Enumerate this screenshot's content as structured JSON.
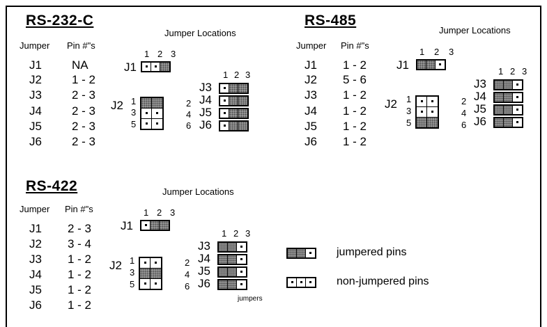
{
  "sections": {
    "rs232c": {
      "title": "RS-232-C",
      "col_jumper": "Jumper",
      "col_pins": "Pin #\"s",
      "rows": [
        {
          "jumper": "J1",
          "pins": "NA"
        },
        {
          "jumper": "J2",
          "pins": "1 - 2"
        },
        {
          "jumper": "J3",
          "pins": "2 - 3"
        },
        {
          "jumper": "J4",
          "pins": "2 - 3"
        },
        {
          "jumper": "J5",
          "pins": "2 - 3"
        },
        {
          "jumper": "J6",
          "pins": "2 - 3"
        }
      ],
      "diagram": {
        "heading": "Jumper Locations",
        "pin_numbers": [
          "1",
          "2",
          "3"
        ],
        "j1_label": "J1",
        "j1_pins": [
          "open",
          "open",
          "jumpered"
        ],
        "j2_label": "J2",
        "j2_left_numbers": [
          "1",
          "3",
          "5"
        ],
        "j2_right_numbers": [
          "2",
          "4",
          "6"
        ],
        "j2_rows": [
          [
            "jumpered",
            "jumpered"
          ],
          [
            "open",
            "open"
          ],
          [
            "open",
            "open"
          ]
        ],
        "stack_labels": [
          "J3",
          "J4",
          "J5",
          "J6"
        ],
        "stack_pins": [
          [
            "open",
            "jumpered",
            "jumpered"
          ],
          [
            "open",
            "jumpered",
            "jumpered"
          ],
          [
            "open",
            "jumpered",
            "jumpered"
          ],
          [
            "open",
            "jumpered",
            "jumpered"
          ]
        ]
      }
    },
    "rs485": {
      "title": "RS-485",
      "col_jumper": "Jumper",
      "col_pins": "Pin #\"s",
      "rows": [
        {
          "jumper": "J1",
          "pins": "1 - 2"
        },
        {
          "jumper": "J2",
          "pins": "5 - 6"
        },
        {
          "jumper": "J3",
          "pins": "1 - 2"
        },
        {
          "jumper": "J4",
          "pins": "1 - 2"
        },
        {
          "jumper": "J5",
          "pins": "1 - 2"
        },
        {
          "jumper": "J6",
          "pins": "1 - 2"
        }
      ],
      "diagram": {
        "heading": "Jumper Locations",
        "pin_numbers": [
          "1",
          "2",
          "3"
        ],
        "j1_label": "J1",
        "j1_pins": [
          "jumpered",
          "jumpered",
          "open"
        ],
        "j2_label": "J2",
        "j2_left_numbers": [
          "1",
          "3",
          "5"
        ],
        "j2_right_numbers": [
          "2",
          "4",
          "6"
        ],
        "j2_rows": [
          [
            "open",
            "open"
          ],
          [
            "open",
            "open"
          ],
          [
            "jumpered",
            "jumpered"
          ]
        ],
        "stack_labels": [
          "J3",
          "J4",
          "J5",
          "J6"
        ],
        "stack_pins": [
          [
            "jumpered",
            "jumpered",
            "open"
          ],
          [
            "jumpered",
            "jumpered",
            "open"
          ],
          [
            "jumpered",
            "jumpered",
            "open"
          ],
          [
            "jumpered",
            "jumpered",
            "open"
          ]
        ]
      }
    },
    "rs422": {
      "title": "RS-422",
      "col_jumper": "Jumper",
      "col_pins": "Pin #\"s",
      "rows": [
        {
          "jumper": "J1",
          "pins": "2 - 3"
        },
        {
          "jumper": "J2",
          "pins": "3 - 4"
        },
        {
          "jumper": "J3",
          "pins": "1 - 2"
        },
        {
          "jumper": "J4",
          "pins": "1 - 2"
        },
        {
          "jumper": "J5",
          "pins": "1 - 2"
        },
        {
          "jumper": "J6",
          "pins": "1 - 2"
        }
      ],
      "diagram": {
        "heading": "Jumper Locations",
        "pin_numbers": [
          "1",
          "2",
          "3"
        ],
        "j1_label": "J1",
        "j1_pins": [
          "open",
          "jumpered",
          "jumpered"
        ],
        "j2_label": "J2",
        "j2_left_numbers": [
          "1",
          "3",
          "5"
        ],
        "j2_right_numbers": [
          "2",
          "4",
          "6"
        ],
        "j2_rows": [
          [
            "open",
            "open"
          ],
          [
            "jumpered",
            "jumpered"
          ],
          [
            "open",
            "open"
          ]
        ],
        "stack_labels": [
          "J3",
          "J4",
          "J5",
          "J6"
        ],
        "stack_pins": [
          [
            "jumpered",
            "jumpered",
            "open"
          ],
          [
            "jumpered",
            "jumpered",
            "open"
          ],
          [
            "jumpered",
            "jumpered",
            "open"
          ],
          [
            "jumpered",
            "jumpered",
            "open"
          ]
        ],
        "jumpers_caption": "jumpers"
      }
    }
  },
  "legend": {
    "jumpered_pins": [
      "jumpered",
      "jumpered",
      "open"
    ],
    "jumpered_label": "jumpered pins",
    "non_jumpered_pins": [
      "open",
      "open",
      "open"
    ],
    "non_jumpered_label": "non-jumpered pins"
  }
}
